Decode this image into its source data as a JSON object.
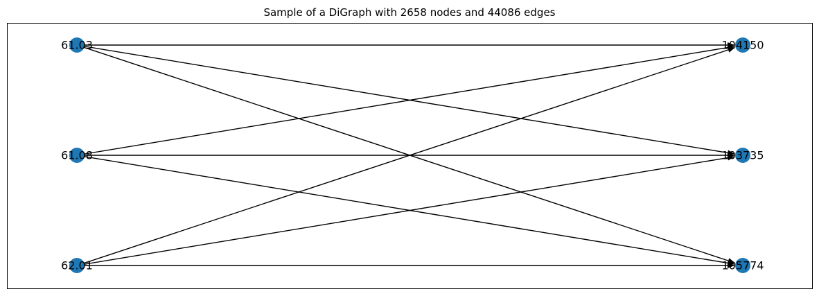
{
  "figure": {
    "title": "Sample of a DiGraph with 2658 nodes and 44086 edges"
  },
  "colors": {
    "node": "#1f77b4",
    "edge": "#000000",
    "frame": "#000000",
    "background": "#ffffff"
  },
  "graph": {
    "directed": true,
    "left_nodes": [
      {
        "id": "61.03",
        "label": "61.03"
      },
      {
        "id": "61.08",
        "label": "61.08"
      },
      {
        "id": "62.01",
        "label": "62.01"
      }
    ],
    "right_nodes": [
      {
        "id": "104150",
        "label": "104150"
      },
      {
        "id": "103735",
        "label": "103735"
      },
      {
        "id": "105774",
        "label": "105774"
      }
    ],
    "edges": [
      {
        "source": "61.03",
        "target": "104150"
      },
      {
        "source": "61.03",
        "target": "103735"
      },
      {
        "source": "61.03",
        "target": "105774"
      },
      {
        "source": "61.08",
        "target": "104150"
      },
      {
        "source": "61.08",
        "target": "103735"
      },
      {
        "source": "61.08",
        "target": "105774"
      },
      {
        "source": "62.01",
        "target": "104150"
      },
      {
        "source": "62.01",
        "target": "103735"
      },
      {
        "source": "62.01",
        "target": "105774"
      }
    ]
  }
}
